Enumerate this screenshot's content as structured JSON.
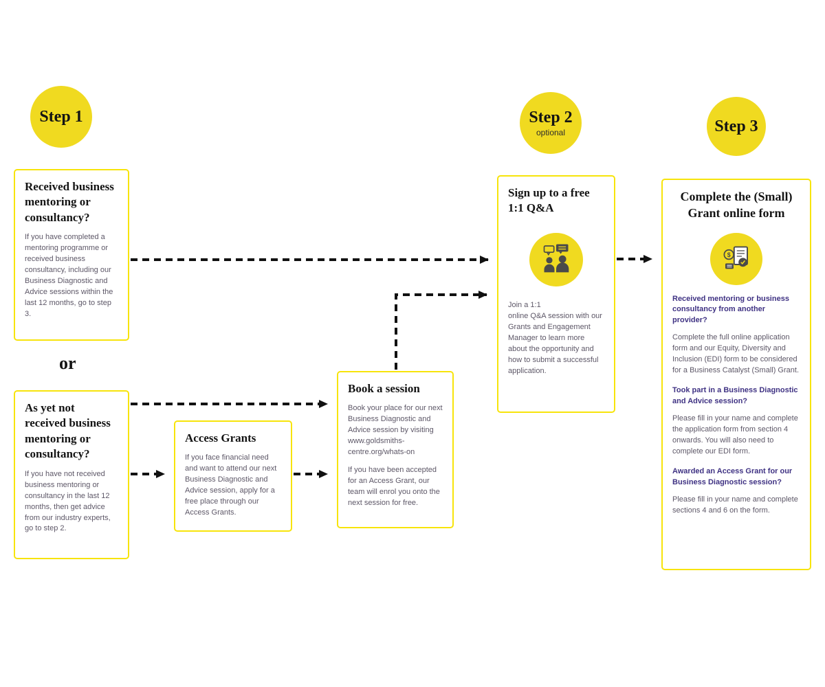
{
  "steps": [
    {
      "label": "Step 1",
      "sublabel": ""
    },
    {
      "label": "Step 2",
      "sublabel": "optional"
    },
    {
      "label": "Step 3",
      "sublabel": ""
    }
  ],
  "connector": {
    "or_label": "or"
  },
  "boxes": {
    "received": {
      "title": "Received business mentoring or consultancy?",
      "body": "If you have completed a mentoring programme or received business consultancy, including our Business Diagnostic and Advice sessions within the last 12 months, go to step 3."
    },
    "not_received": {
      "title": "As yet not received business mentoring or consultancy?",
      "body": "If you have not received business mentoring or consultancy in the last 12 months, then get advice from our industry experts, go to step 2."
    },
    "access_grants": {
      "title": "Access Grants",
      "body": "If you face financial need and want to attend our next Business Diagnostic and Advice session, apply for a free place through our Access Grants."
    },
    "book_session": {
      "title": "Book a session",
      "body1": "Book your place for our next Business Diagnostic and Advice session by visiting www.goldsmiths-centre.org/whats-on",
      "body2": "If you have been accepted for an Access Grant, our team will enrol you onto the next session for free."
    },
    "qa_session": {
      "title": "Sign up to a free 1:1 Q&A",
      "icon": "people-qa-chat-icon",
      "body": "Join a 1:1\n online Q&A session with our Grants and Engagement Manager to learn more about the opportunity and how to submit a successful application."
    },
    "grant_form": {
      "title": "Complete the (Small) Grant online form",
      "icon": "grant-form-money-icon",
      "sections": [
        {
          "heading": "Received mentoring or business consultancy from another provider?",
          "body": "Complete the full online application form and our Equity, Diversity and Inclusion (EDI) form to be considered for a Business Catalyst (Small) Grant."
        },
        {
          "heading": "Took part in a Business Diagnostic and Advice session?",
          "body": "Please fill in your name and complete the application form from section 4 onwards. You will also need to complete our EDI form."
        },
        {
          "heading": "Awarded an Access Grant for our Business Diagnostic session?",
          "body": "Please fill in your name and complete sections 4 and 6 on the form."
        }
      ]
    }
  },
  "colors": {
    "accent_yellow": "#F0DA20",
    "border_yellow": "#F7E40A",
    "body_text": "#5D5767",
    "heading_purple": "#3F3283",
    "arrow_black": "#111111"
  }
}
